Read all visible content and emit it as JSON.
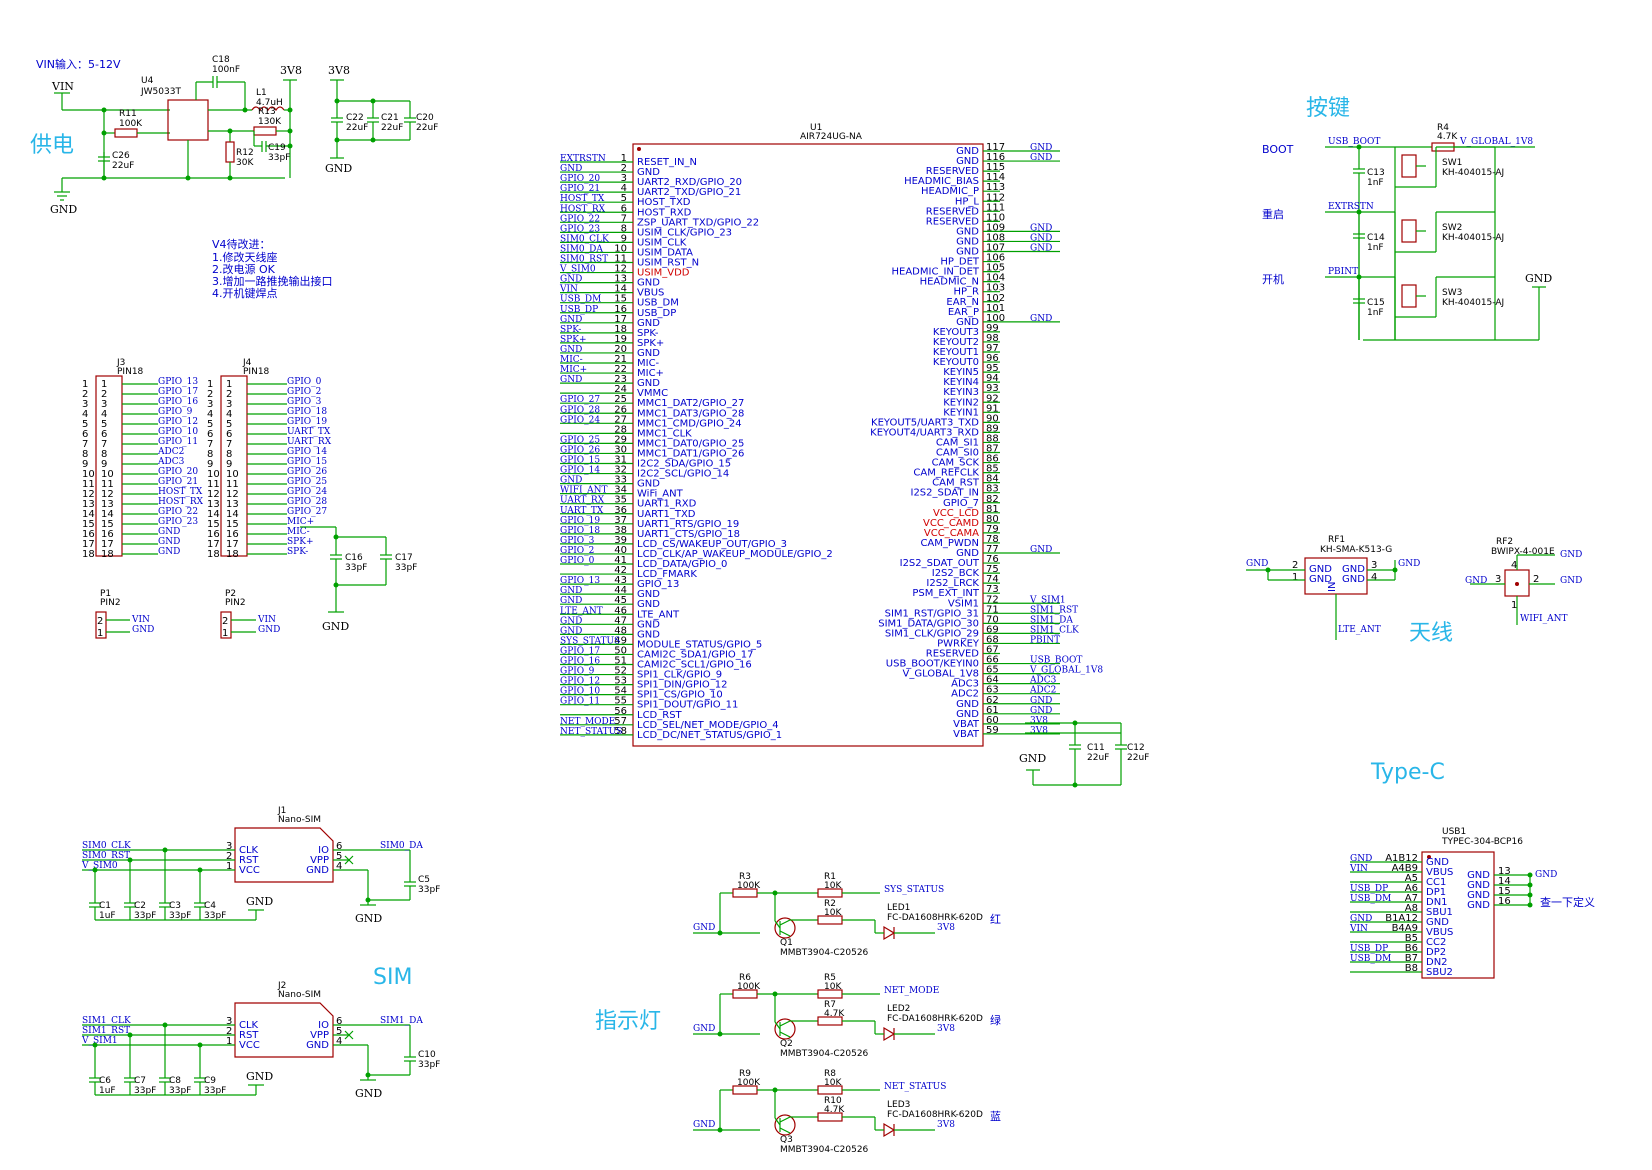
{
  "sections": {
    "power": "供电",
    "keys": "按键",
    "antenna": "天线",
    "typec": "Type-C",
    "sim": "SIM",
    "leds": "指示灯"
  },
  "vin_note": "VIN输入：5-12V",
  "todo": [
    "V4待改进：",
    "1.修改天线座",
    "2.改电源 OK",
    "3.增加一路推挽输出接口",
    "4.开机键焊点"
  ],
  "power_nets": {
    "vin": "VIN",
    "v3v8a": "3V8",
    "v3v8b": "3V8",
    "gnd1": "GND",
    "gnd2": "GND"
  },
  "power_parts": {
    "c18": [
      "C18",
      "100nF"
    ],
    "u4": [
      "U4",
      "JW5033T"
    ],
    "l1": [
      "L1",
      "4.7uH"
    ],
    "r11": [
      "R11",
      "100K"
    ],
    "r13": [
      "R13",
      "130K"
    ],
    "r12": [
      "R12",
      "30K"
    ],
    "c19": [
      "C19",
      "33pF"
    ],
    "c26": [
      "C26",
      "22uF"
    ],
    "c22": [
      "C22",
      "22uF"
    ],
    "c21": [
      "C21",
      "22uF"
    ],
    "c20": [
      "C20",
      "22uF"
    ]
  },
  "u1": {
    "ref": "U1",
    "value": "AIR724UG-NA",
    "left_pins": [
      {
        "n": "1",
        "name": "RESET_IN_N",
        "net": "EXTRSTN"
      },
      {
        "n": "2",
        "name": "GND",
        "net": "GND"
      },
      {
        "n": "3",
        "name": "UART2_RXD/GPIO_20",
        "net": "GPIO_20"
      },
      {
        "n": "4",
        "name": "UART2_TXD/GPIO_21",
        "net": "GPIO_21"
      },
      {
        "n": "5",
        "name": "HOST_TXD",
        "net": "HOST_TX"
      },
      {
        "n": "6",
        "name": "HOST_RXD",
        "net": "HOST_RX"
      },
      {
        "n": "7",
        "name": "ZSP_UART_TXD/GPIO_22",
        "net": "GPIO_22"
      },
      {
        "n": "8",
        "name": "USIM_CLK/GPIO_23",
        "net": "GPIO_23"
      },
      {
        "n": "9",
        "name": "USIM_CLK",
        "net": "SIM0_CLK"
      },
      {
        "n": "10",
        "name": "USIM_DATA",
        "net": "SIM0_DA"
      },
      {
        "n": "11",
        "name": "USIM_RST_N",
        "net": "SIM0_RST"
      },
      {
        "n": "12",
        "name": "USIM_VDD",
        "net": "V_SIM0",
        "red": true
      },
      {
        "n": "13",
        "name": "GND",
        "net": "GND"
      },
      {
        "n": "14",
        "name": "VBUS",
        "net": "VIN"
      },
      {
        "n": "15",
        "name": "USB_DM",
        "net": "USB_DM"
      },
      {
        "n": "16",
        "name": "USB_DP",
        "net": "USB_DP"
      },
      {
        "n": "17",
        "name": "GND",
        "net": "GND"
      },
      {
        "n": "18",
        "name": "SPK-",
        "net": "SPK-"
      },
      {
        "n": "19",
        "name": "SPK+",
        "net": "SPK+"
      },
      {
        "n": "20",
        "name": "GND",
        "net": "GND"
      },
      {
        "n": "21",
        "name": "MIC-",
        "net": "MIC-"
      },
      {
        "n": "22",
        "name": "MIC+",
        "net": "MIC+"
      },
      {
        "n": "23",
        "name": "GND",
        "net": "GND"
      },
      {
        "n": "24",
        "name": "VMMC",
        "net": ""
      },
      {
        "n": "25",
        "name": "MMC1_DAT2/GPIO_27",
        "net": "GPIO_27"
      },
      {
        "n": "26",
        "name": "MMC1_DAT3/GPIO_28",
        "net": "GPIO_28"
      },
      {
        "n": "27",
        "name": "MMC1_CMD/GPIO_24",
        "net": "GPIO_24"
      },
      {
        "n": "28",
        "name": "MMC1_CLK",
        "net": ""
      },
      {
        "n": "29",
        "name": "MMC1_DAT0/GPIO_25",
        "net": "GPIO_25"
      },
      {
        "n": "30",
        "name": "MMC1_DAT1/GPIO_26",
        "net": "GPIO_26"
      },
      {
        "n": "31",
        "name": "I2C2_SDA/GPIO_15",
        "net": "GPIO_15"
      },
      {
        "n": "32",
        "name": "I2C2_SCL/GPIO_14",
        "net": "GPIO_14"
      },
      {
        "n": "33",
        "name": "GND",
        "net": "GND"
      },
      {
        "n": "34",
        "name": "WiFi_ANT",
        "net": "WIFI_ANT"
      },
      {
        "n": "35",
        "name": "UART1_RXD",
        "net": "UART_RX"
      },
      {
        "n": "36",
        "name": "UART1_TXD",
        "net": "UART_TX"
      },
      {
        "n": "37",
        "name": "UART1_RTS/GPIO_19",
        "net": "GPIO_19"
      },
      {
        "n": "38",
        "name": "UART1_CTS/GPIO_18",
        "net": "GPIO_18"
      },
      {
        "n": "39",
        "name": "LCD_CS/WAKEUP_OUT/GPIO_3",
        "net": "GPIO_3"
      },
      {
        "n": "40",
        "name": "LCD_CLK/AP_WAKEUP_MODULE/GPIO_2",
        "net": "GPIO_2"
      },
      {
        "n": "41",
        "name": "LCD_DATA/GPIO_0",
        "net": "GPIO_0"
      },
      {
        "n": "42",
        "name": "LCD_FMARK",
        "net": ""
      },
      {
        "n": "43",
        "name": "GPIO_13",
        "net": "GPIO_13"
      },
      {
        "n": "44",
        "name": "GND",
        "net": "GND"
      },
      {
        "n": "45",
        "name": "GND",
        "net": "GND"
      },
      {
        "n": "46",
        "name": "LTE_ANT",
        "net": "LTE_ANT"
      },
      {
        "n": "47",
        "name": "GND",
        "net": "GND"
      },
      {
        "n": "48",
        "name": "GND",
        "net": "GND"
      },
      {
        "n": "49",
        "name": "MODULE_STATUS/GPIO_5",
        "net": "SYS_STATUS"
      },
      {
        "n": "50",
        "name": "CAMI2C_SDA1/GPIO_17",
        "net": "GPIO_17"
      },
      {
        "n": "51",
        "name": "CAMI2C_SCL1/GPIO_16",
        "net": "GPIO_16"
      },
      {
        "n": "52",
        "name": "SPI1_CLK/GPIO_9",
        "net": "GPIO_9"
      },
      {
        "n": "53",
        "name": "SPI1_DIN/GPIO_12",
        "net": "GPIO_12"
      },
      {
        "n": "54",
        "name": "SPI1_CS/GPIO_10",
        "net": "GPIO_10"
      },
      {
        "n": "55",
        "name": "SPI1_DOUT/GPIO_11",
        "net": "GPIO_11"
      },
      {
        "n": "56",
        "name": "LCD_RST",
        "net": ""
      },
      {
        "n": "57",
        "name": "LCD_SEL/NET_MODE/GPIO_4",
        "net": "NET_MODE"
      },
      {
        "n": "58",
        "name": "LCD_DC/NET_STATUS/GPIO_1",
        "net": "NET_STATUS"
      }
    ],
    "right_pins": [
      {
        "n": "117",
        "name": "GND",
        "net": "GND"
      },
      {
        "n": "116",
        "name": "GND",
        "net": "GND"
      },
      {
        "n": "115",
        "name": "RESERVED",
        "net": ""
      },
      {
        "n": "114",
        "name": "HEADMIC_BIAS",
        "net": ""
      },
      {
        "n": "113",
        "name": "HEADMIC_P",
        "net": ""
      },
      {
        "n": "112",
        "name": "HP_L",
        "net": ""
      },
      {
        "n": "111",
        "name": "RESERVED",
        "net": ""
      },
      {
        "n": "110",
        "name": "RESERVED",
        "net": ""
      },
      {
        "n": "109",
        "name": "GND",
        "net": "GND"
      },
      {
        "n": "108",
        "name": "GND",
        "net": "GND"
      },
      {
        "n": "107",
        "name": "GND",
        "net": "GND"
      },
      {
        "n": "106",
        "name": "HP_DET",
        "net": ""
      },
      {
        "n": "105",
        "name": "HEADMIC_IN_DET",
        "net": ""
      },
      {
        "n": "104",
        "name": "HEADMIC_N",
        "net": ""
      },
      {
        "n": "103",
        "name": "HP_R",
        "net": ""
      },
      {
        "n": "102",
        "name": "EAR_N",
        "net": ""
      },
      {
        "n": "101",
        "name": "EAR_P",
        "net": ""
      },
      {
        "n": "100",
        "name": "GND",
        "net": "GND"
      },
      {
        "n": "99",
        "name": "KEYOUT3",
        "net": ""
      },
      {
        "n": "98",
        "name": "KEYOUT2",
        "net": ""
      },
      {
        "n": "97",
        "name": "KEYOUT1",
        "net": ""
      },
      {
        "n": "96",
        "name": "KEYOUT0",
        "net": ""
      },
      {
        "n": "95",
        "name": "KEYIN5",
        "net": ""
      },
      {
        "n": "94",
        "name": "KEYIN4",
        "net": ""
      },
      {
        "n": "93",
        "name": "KEYIN3",
        "net": ""
      },
      {
        "n": "92",
        "name": "KEYIN2",
        "net": ""
      },
      {
        "n": "91",
        "name": "KEYIN1",
        "net": ""
      },
      {
        "n": "90",
        "name": "KEYOUT5/UART3_TXD",
        "net": ""
      },
      {
        "n": "89",
        "name": "KEYOUT4/UART3_RXD",
        "net": ""
      },
      {
        "n": "88",
        "name": "CAM_SI1",
        "net": ""
      },
      {
        "n": "87",
        "name": "CAM_SI0",
        "net": ""
      },
      {
        "n": "86",
        "name": "CAM_SCK",
        "net": ""
      },
      {
        "n": "85",
        "name": "CAM_REFCLK",
        "net": ""
      },
      {
        "n": "84",
        "name": "CAM_RST",
        "net": ""
      },
      {
        "n": "83",
        "name": "I2S2_SDAT_IN",
        "net": ""
      },
      {
        "n": "82",
        "name": "GPIO_7",
        "net": ""
      },
      {
        "n": "81",
        "name": "VCC_LCD",
        "net": "",
        "red": true
      },
      {
        "n": "80",
        "name": "VCC_CAMD",
        "net": "",
        "red": true
      },
      {
        "n": "79",
        "name": "VCC_CAMA",
        "net": "",
        "red": true
      },
      {
        "n": "78",
        "name": "CAM_PWDN",
        "net": ""
      },
      {
        "n": "77",
        "name": "GND",
        "net": "GND"
      },
      {
        "n": "76",
        "name": "I2S2_SDAT_OUT",
        "net": ""
      },
      {
        "n": "75",
        "name": "I2S2_BCK",
        "net": ""
      },
      {
        "n": "74",
        "name": "I2S2_LRCK",
        "net": ""
      },
      {
        "n": "73",
        "name": "PSM_EXT_INT",
        "net": ""
      },
      {
        "n": "72",
        "name": "VSIM1",
        "net": "V_SIM1"
      },
      {
        "n": "71",
        "name": "SIM1_RST/GPIO_31",
        "net": "SIM1_RST"
      },
      {
        "n": "70",
        "name": "SIM1_DATA/GPIO_30",
        "net": "SIM1_DA"
      },
      {
        "n": "69",
        "name": "SIM1_CLK/GPIO_29",
        "net": "SIM1_CLK"
      },
      {
        "n": "68",
        "name": "PWRKEY",
        "net": "PBINT"
      },
      {
        "n": "67",
        "name": "RESERVED",
        "net": ""
      },
      {
        "n": "66",
        "name": "USB_BOOT/KEYIN0",
        "net": "USB_BOOT"
      },
      {
        "n": "65",
        "name": "V_GLOBAL_1V8",
        "net": "V_GLOBAL_1V8"
      },
      {
        "n": "64",
        "name": "ADC3",
        "net": "ADC3"
      },
      {
        "n": "63",
        "name": "ADC2",
        "net": "ADC2"
      },
      {
        "n": "62",
        "name": "GND",
        "net": "GND"
      },
      {
        "n": "61",
        "name": "GND",
        "net": "GND"
      },
      {
        "n": "60",
        "name": "VBAT",
        "net": "3V8"
      },
      {
        "n": "59",
        "name": "VBAT",
        "net": "3V8"
      }
    ]
  },
  "vbat_caps": {
    "c11": [
      "C11",
      "22uF"
    ],
    "c12": [
      "C12",
      "22uF"
    ],
    "gnd": "GND"
  },
  "j3": {
    "ref": "J3",
    "value": "PIN18",
    "nets": [
      "GPIO_13",
      "GPIO_17",
      "GPIO_16",
      "GPIO_9",
      "GPIO_12",
      "GPIO_10",
      "GPIO_11",
      "ADC2",
      "ADC3",
      "GPIO_20",
      "GPIO_21",
      "HOST_TX",
      "HOST_RX",
      "GPIO_22",
      "GPIO_23",
      "GND",
      "GND",
      "GND"
    ]
  },
  "j4": {
    "ref": "J4",
    "value": "PIN18",
    "nets": [
      "GPIO_0",
      "GPIO_2",
      "GPIO_3",
      "GPIO_18",
      "GPIO_19",
      "UART_TX",
      "UART_RX",
      "GPIO_14",
      "GPIO_15",
      "GPIO_26",
      "GPIO_25",
      "GPIO_24",
      "GPIO_28",
      "GPIO_27",
      "MIC+",
      "MIC-",
      "SPK+",
      "SPK-"
    ]
  },
  "mic_caps": {
    "c16": [
      "C16",
      "33pF"
    ],
    "c17": [
      "C17",
      "33pF"
    ],
    "gnd": "GND"
  },
  "p1": {
    "ref": "P1",
    "value": "PIN2",
    "nets": [
      "VIN",
      "GND"
    ]
  },
  "p2": {
    "ref": "P2",
    "value": "PIN2",
    "nets": [
      "VIN",
      "GND"
    ]
  },
  "keys": {
    "r4": [
      "R4",
      "4.7K"
    ],
    "v1v8": "V_GLOBAL_1V8",
    "gnd": "GND",
    "rows": [
      {
        "label": "BOOT",
        "net": "USB_BOOT",
        "cap": "C13",
        "capv": "1nF",
        "sw": "SW1",
        "swv": "KH-404015-AJ"
      },
      {
        "label": "重启",
        "net": "EXTRSTN",
        "cap": "C14",
        "capv": "1nF",
        "sw": "SW2",
        "swv": "KH-404015-AJ"
      },
      {
        "label": "开机",
        "net": "PBINT",
        "cap": "C15",
        "capv": "1nF",
        "sw": "SW3",
        "swv": "KH-404015-AJ"
      }
    ]
  },
  "rf": {
    "rf1": [
      "RF1",
      "KH-SMA-K513-G"
    ],
    "rf1_nets": {
      "gl": "GND",
      "gr": "GND",
      "out": "LTE_ANT"
    },
    "rf2": [
      "RF2",
      "BWIPX-4-001E"
    ],
    "rf2_nets": {
      "g4": "GND",
      "g3": "GND",
      "g2": "GND",
      "out": "WIFI_ANT"
    }
  },
  "usb1": {
    "ref": "USB1",
    "value": "TYPEC-304-BCP16",
    "left": [
      {
        "n": "A1B12",
        "name": "GND",
        "net": "GND"
      },
      {
        "n": "A4B9",
        "name": "VBUS",
        "net": "VIN"
      },
      {
        "n": "A5",
        "name": "CC1",
        "net": ""
      },
      {
        "n": "A6",
        "name": "DP1",
        "net": "USB_DP"
      },
      {
        "n": "A7",
        "name": "DN1",
        "net": "USB_DM"
      },
      {
        "n": "A8",
        "name": "SBU1",
        "net": ""
      },
      {
        "n": "B1A12",
        "name": "GND",
        "net": "GND"
      },
      {
        "n": "B4A9",
        "name": "VBUS",
        "net": "VIN"
      },
      {
        "n": "B5",
        "name": "CC2",
        "net": ""
      },
      {
        "n": "B6",
        "name": "DP2",
        "net": "USB_DP"
      },
      {
        "n": "B7",
        "name": "DN2",
        "net": "USB_DM"
      },
      {
        "n": "B8",
        "name": "SBU2",
        "net": ""
      }
    ],
    "right": [
      {
        "n": "13",
        "name": "GND"
      },
      {
        "n": "14",
        "name": "GND"
      },
      {
        "n": "15",
        "name": "GND"
      },
      {
        "n": "16",
        "name": "GND"
      }
    ],
    "gnd": "GND",
    "note": "查一下定义"
  },
  "sims": [
    {
      "ref": "J1",
      "value": "Nano-SIM",
      "clk": "SIM0_CLK",
      "rst": "SIM0_RST",
      "vcc": "V_SIM0",
      "io": "SIM0_DA",
      "caps": [
        [
          "C1",
          "1uF"
        ],
        [
          "C2",
          "33pF"
        ],
        [
          "C3",
          "33pF"
        ],
        [
          "C4",
          "33pF"
        ]
      ],
      "c5": [
        "C5",
        "33pF"
      ],
      "gnd": "GND"
    },
    {
      "ref": "J2",
      "value": "Nano-SIM",
      "clk": "SIM1_CLK",
      "rst": "SIM1_RST",
      "vcc": "V_SIM1",
      "io": "SIM1_DA",
      "caps": [
        [
          "C6",
          "1uF"
        ],
        [
          "C7",
          "33pF"
        ],
        [
          "C8",
          "33pF"
        ],
        [
          "C9",
          "33pF"
        ]
      ],
      "c5": [
        "C10",
        "33pF"
      ],
      "gnd": "GND"
    }
  ],
  "sim_pins": {
    "clk": "CLK",
    "rst": "RST",
    "vcc": "VCC",
    "io": "IO",
    "vpp": "VPP",
    "gnd": "GND"
  },
  "leds": [
    {
      "ra": [
        "R3",
        "100K"
      ],
      "rb": [
        "R1",
        "10K"
      ],
      "rc": [
        "R2",
        "10K"
      ],
      "q": "Q1",
      "qv": "MMBT3904-C20526",
      "led": "LED1",
      "ledv": "FC-DA1608HRK-620D",
      "net": "SYS_STATUS",
      "v": "3V8",
      "gnd": "GND",
      "color": "红"
    },
    {
      "ra": [
        "R6",
        "100K"
      ],
      "rb": [
        "R5",
        "10K"
      ],
      "rc": [
        "R7",
        "4.7K"
      ],
      "q": "Q2",
      "qv": "MMBT3904-C20526",
      "led": "LED2",
      "ledv": "FC-DA1608HRK-620D",
      "net": "NET_MODE",
      "v": "3V8",
      "gnd": "GND",
      "color": "绿"
    },
    {
      "ra": [
        "R9",
        "100K"
      ],
      "rb": [
        "R8",
        "10K"
      ],
      "rc": [
        "R10",
        "4.7K"
      ],
      "q": "Q3",
      "qv": "MMBT3904-C20526",
      "led": "LED3",
      "ledv": "FC-DA1608HRK-620D",
      "net": "NET_STATUS",
      "v": "3V8",
      "gnd": "GND",
      "color": "蓝"
    }
  ]
}
